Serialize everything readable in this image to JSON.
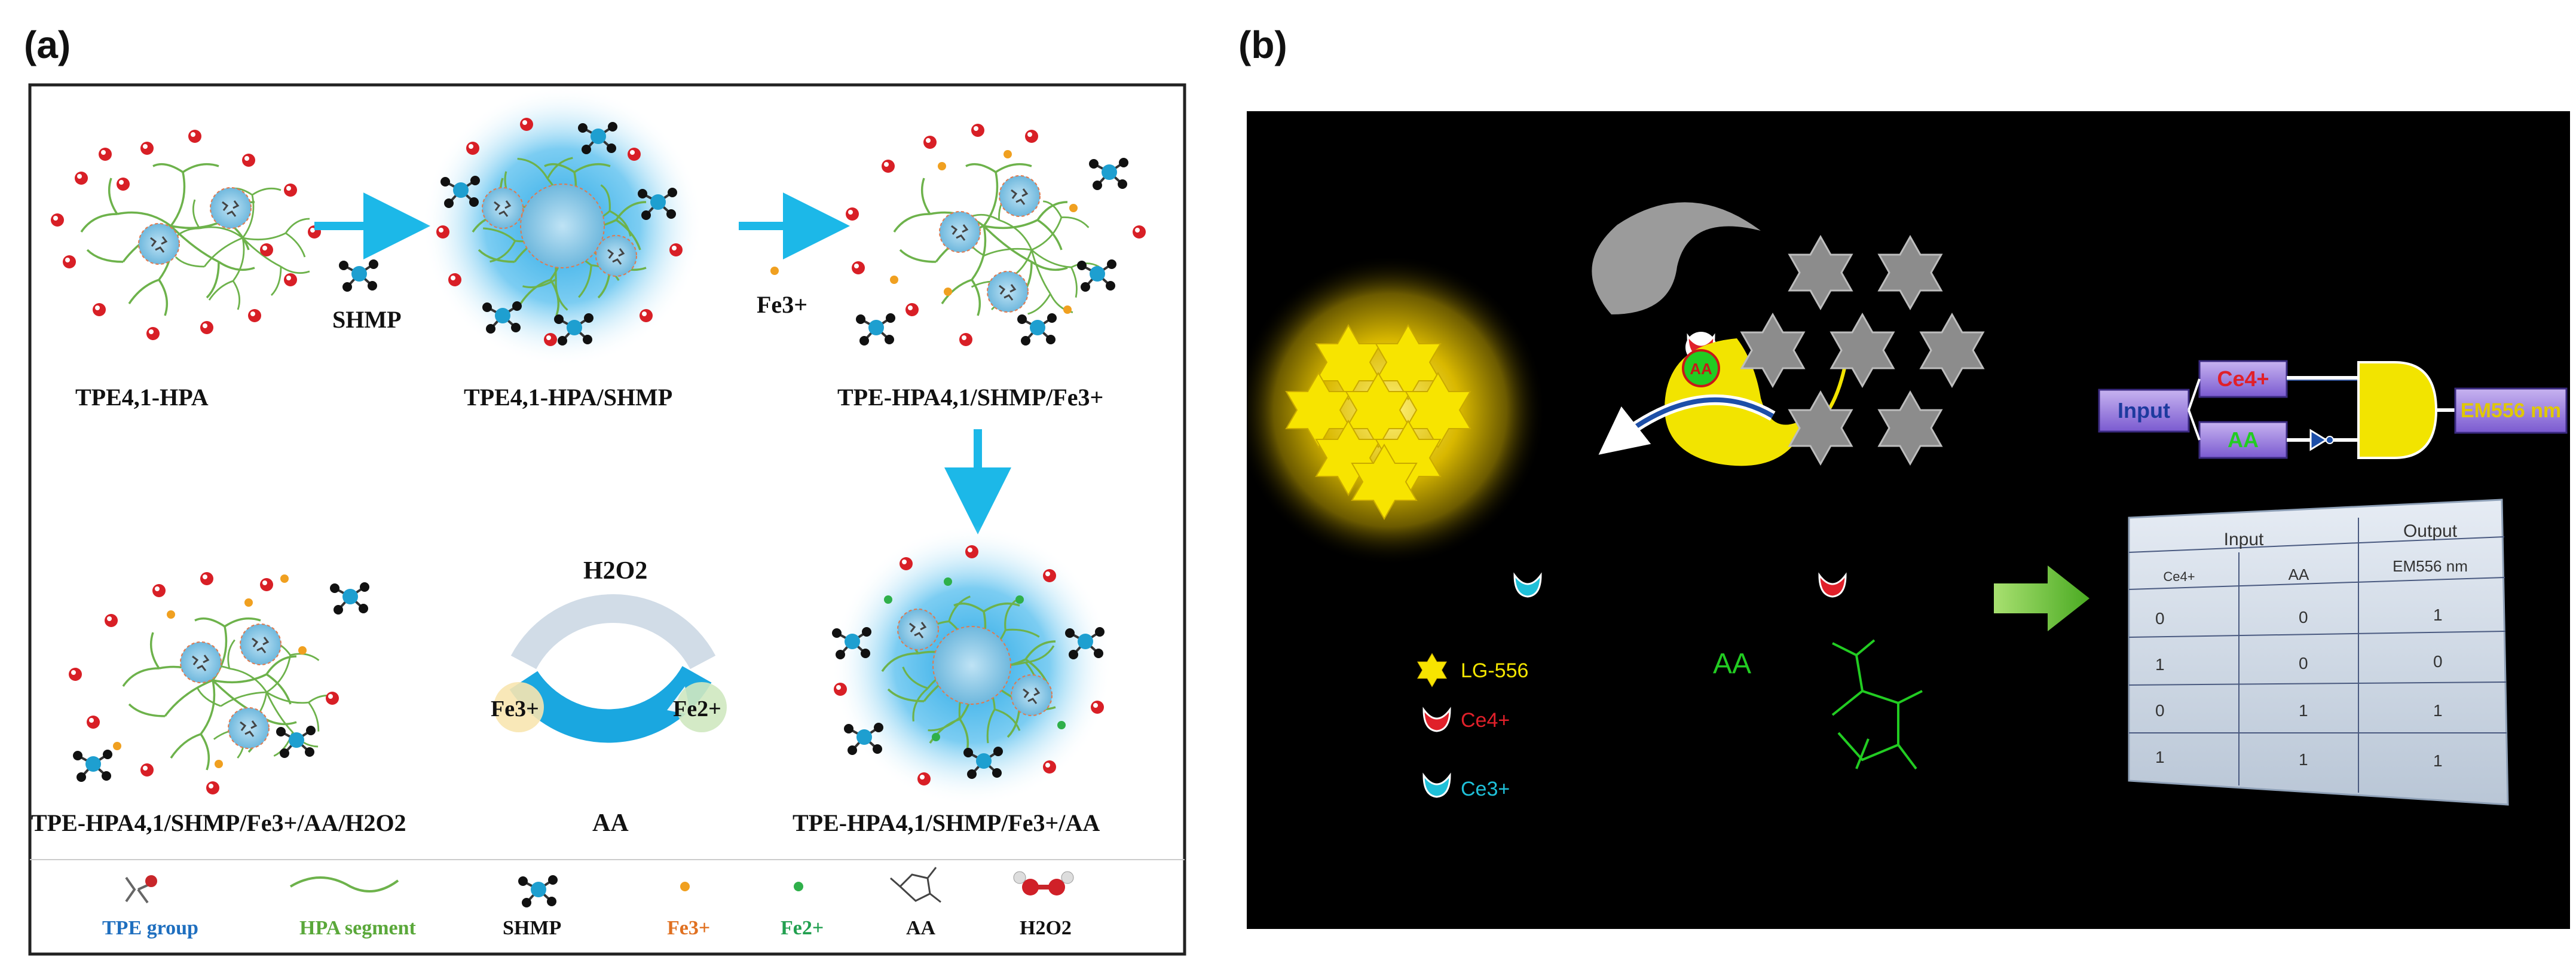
{
  "panel_a": {
    "letter": "(a)",
    "labels": {
      "tpe_hpa": "TPE4,1-HPA",
      "tpe_hpa_shmp": "TPE4,1-HPA/SHMP",
      "tpe_hpa_shmp_fe": "TPE-HPA4,1/SHMP/Fe3+",
      "tpe_hpa_shmp_fe_aa_h2o2": "TPE-HPA4,1/SHMP/Fe3+/AA/H2O2",
      "tpe_hpa_shmp_fe_aa": "TPE-HPA4,1/SHMP/Fe3+/AA",
      "shmp_reagent": "SHMP",
      "fe_reagent": "Fe3+",
      "cycle_h2o2": "H2O2",
      "cycle_fe3": "Fe3+",
      "cycle_fe2": "Fe2+",
      "cycle_aa": "AA"
    },
    "legend": [
      {
        "label": "TPE group",
        "color": "#1f6fbf"
      },
      {
        "label": "HPA segment",
        "color": "#5aa83a"
      },
      {
        "label": "SHMP",
        "color": "#111111"
      },
      {
        "label": "Fe3+",
        "color": "#e07020"
      },
      {
        "label": "Fe2+",
        "color": "#22a050"
      },
      {
        "label": "AA",
        "color": "#111111"
      },
      {
        "label": "H2O2",
        "color": "#111111"
      }
    ]
  },
  "panel_b": {
    "letter": "(b)",
    "legend": {
      "lg556": "LG-556",
      "ce4": "Ce4+",
      "ce3": "Ce3+",
      "aa": "AA"
    },
    "aa_badge": "AA",
    "gate": {
      "input": "Input",
      "in1": "Ce4+",
      "in2": "AA",
      "output": "EM556 nm"
    },
    "truth_table": {
      "group_input": "Input",
      "group_output": "Output",
      "headers": [
        "Ce4+",
        "AA",
        "EM556 nm"
      ],
      "rows": [
        [
          "0",
          "0",
          "1"
        ],
        [
          "1",
          "0",
          "0"
        ],
        [
          "0",
          "1",
          "1"
        ],
        [
          "1",
          "1",
          "1"
        ]
      ]
    },
    "colors": {
      "background": "#000000",
      "star": "#f5e000",
      "ce4": "#e0202a",
      "ce3": "#1fc0d8",
      "aa": "#22cc22"
    }
  }
}
